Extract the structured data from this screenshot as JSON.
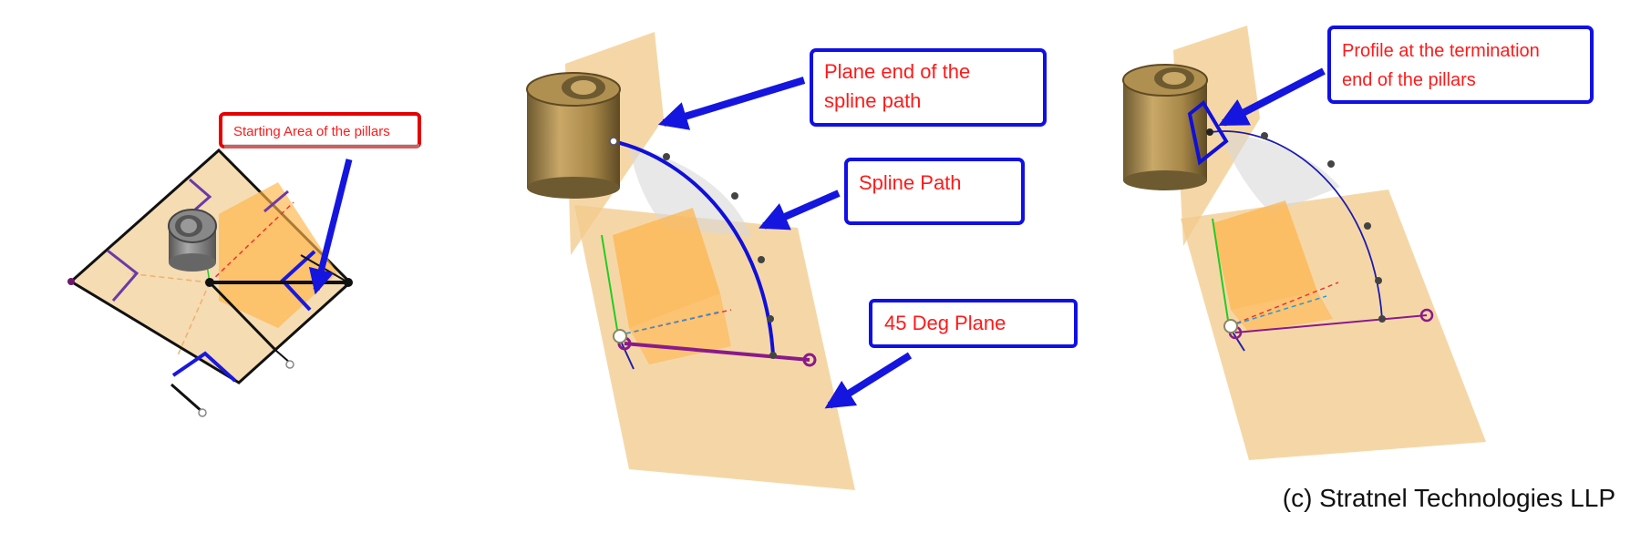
{
  "colors": {
    "plane_fill": "#f2c98a",
    "face_fill": "#ffb347",
    "callout_border_blue": "#1010e6",
    "callout_border_red": "#e60000",
    "callout_text": "#ff1a1a",
    "spline_blue": "#1010d8",
    "construction_purple": "#8a1a8a",
    "cylinder_bronze": "#a88848",
    "cylinder_grey": "#7a7a7a"
  },
  "panels": {
    "left": {
      "callout": "Starting Area of the pillars"
    },
    "middle": {
      "callout_plane_end_line1": "Plane end of the",
      "callout_plane_end_line2": "spline path",
      "callout_spline": "Spline Path",
      "callout_plane45": "45 Deg Plane"
    },
    "right": {
      "callout_profile_line1": "Profile at the termination",
      "callout_profile_line2": "end of the pillars"
    }
  },
  "copyright": "(c) Stratnel Technologies LLP"
}
